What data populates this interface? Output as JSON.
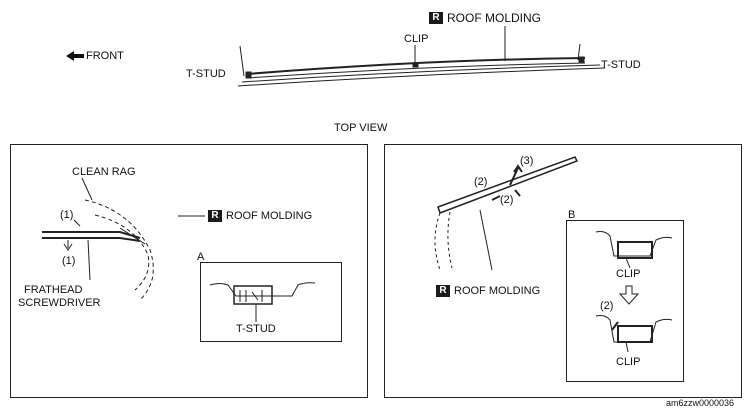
{
  "top": {
    "badge": "R",
    "title": "ROOF MOLDING",
    "front": "FRONT",
    "clip": "CLIP",
    "tstud_left": "T-STUD",
    "tstud_right": "T-STUD"
  },
  "top_view": "TOP VIEW",
  "left_panel": {
    "clean_rag": "CLEAN RAG",
    "step1a": "(1)",
    "step1b": "(1)",
    "screwdriver_line1": "FRATHEAD",
    "screwdriver_line2": "SCREWDRIVER",
    "badge": "R",
    "molding": "ROOF MOLDING",
    "inset_letter": "A",
    "inset_label": "T-STUD"
  },
  "right_panel": {
    "step3": "(3)",
    "step2a": "(2)",
    "step2b": "(2)",
    "badge": "R",
    "molding": "ROOF MOLDING",
    "inset_letter": "B",
    "clip_top": "CLIP",
    "step2c": "(2)",
    "clip_bottom": "CLIP"
  },
  "figure_code": "am6zzw0000036"
}
